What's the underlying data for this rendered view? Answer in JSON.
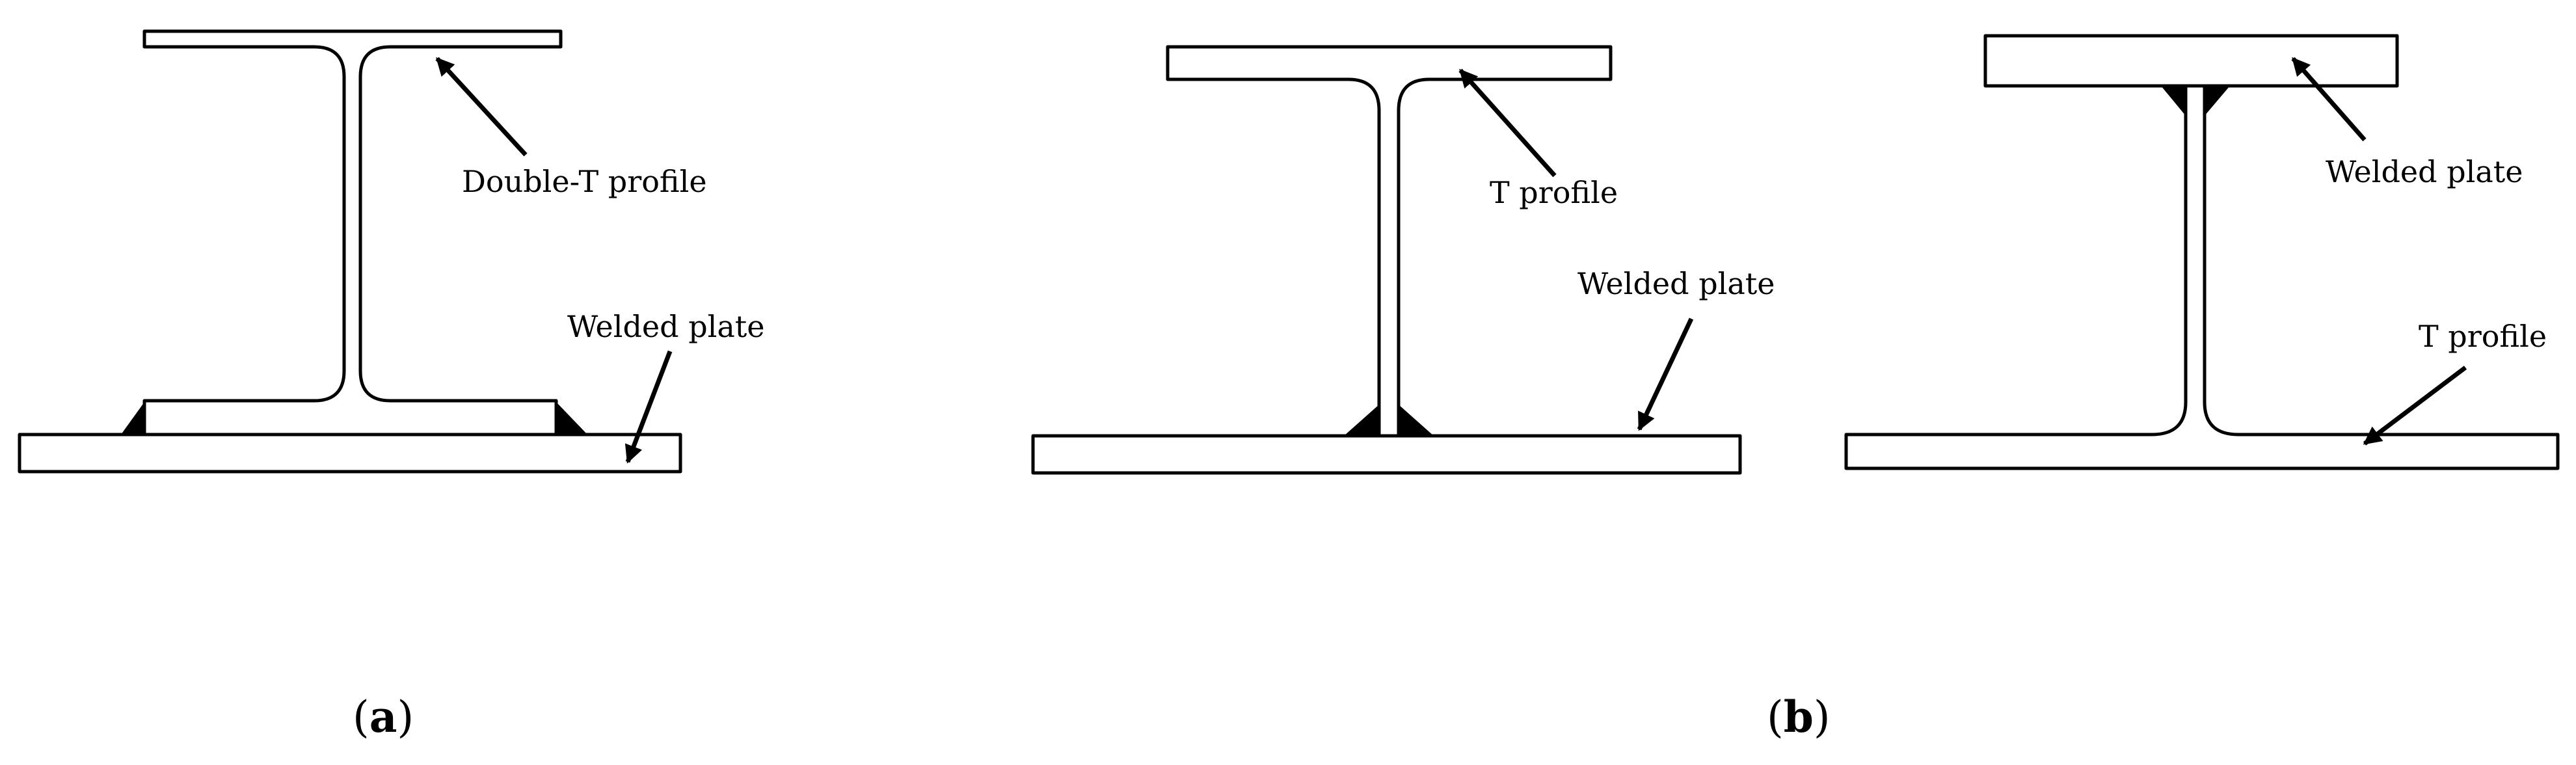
{
  "labels": {
    "a_double_t": "Double-T profile",
    "a_welded_plate": "Welded plate",
    "b1_t_profile": "T profile",
    "b1_welded_plate": "Welded plate",
    "b2_welded_plate": "Welded plate",
    "b2_t_profile": "T profile"
  },
  "captions": {
    "a": {
      "open": "(",
      "letter": "a",
      "close": ")"
    },
    "b": {
      "open": "(",
      "letter": "b",
      "close": ")"
    }
  },
  "colors": {
    "line": "#000000",
    "background": "#ffffff"
  }
}
